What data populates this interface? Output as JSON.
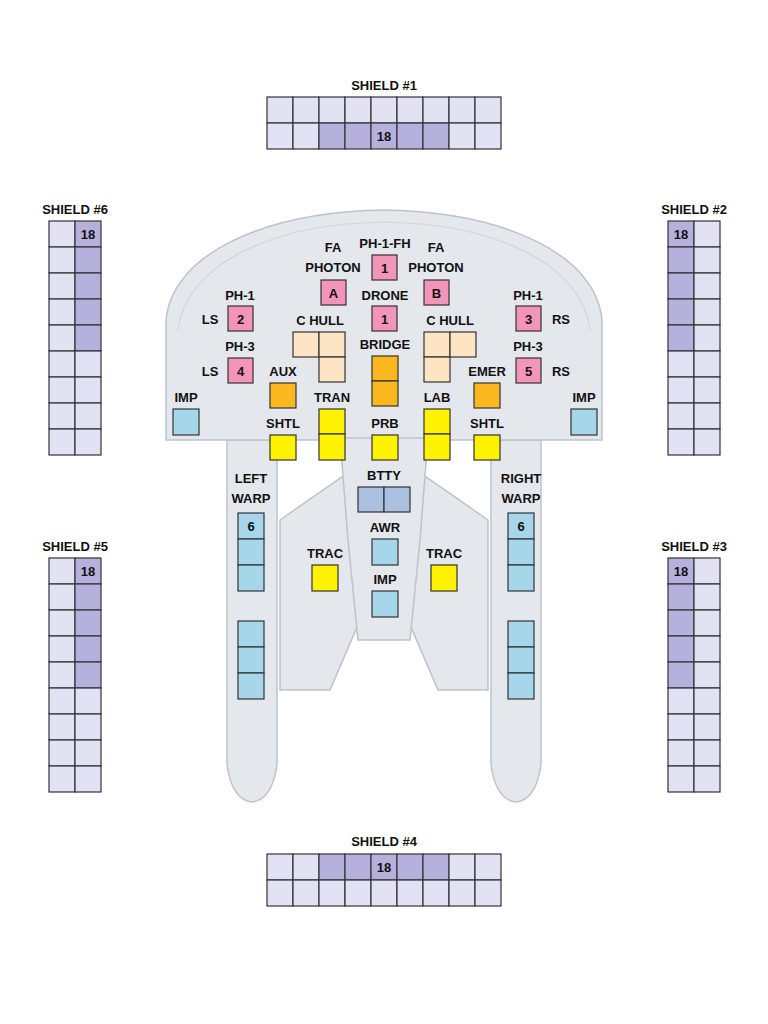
{
  "diagram": {
    "nodes": [
      {
        "text": [
          "SHIELD #1"
        ]
      },
      {
        "text": [
          "18"
        ],
        "in": 0
      },
      {
        "text": [
          "SHIELD #6"
        ]
      },
      {
        "text": [
          "18"
        ],
        "in": 2
      },
      {
        "text": [
          "SHIELD #2"
        ]
      },
      {
        "text": [
          "18"
        ],
        "in": 4
      },
      {
        "text": [
          "PH-1-FH",
          "1"
        ]
      },
      {
        "text": [
          "FA PHOTON",
          "A"
        ]
      },
      {
        "text": [
          "FA PHOTON",
          "B"
        ]
      },
      {
        "text": [
          "PH-1",
          "LS",
          "2"
        ]
      },
      {
        "text": [
          "DRONE",
          "1"
        ]
      },
      {
        "text": [
          "PH-1",
          "3",
          "RS"
        ]
      },
      {
        "text": [
          "C HULL"
        ]
      },
      {
        "text": [
          "BRIDGE"
        ]
      },
      {
        "text": [
          "C HULL"
        ]
      },
      {
        "text": [
          "PH-3",
          "LS",
          "4"
        ]
      },
      {
        "text": [
          "AUX"
        ]
      },
      {
        "text": [
          "EMER"
        ]
      },
      {
        "text": [
          "PH-3",
          "5",
          "RS"
        ]
      },
      {
        "text": [
          "IMP"
        ]
      },
      {
        "text": [
          "TRAN"
        ]
      },
      {
        "text": [
          "LAB"
        ]
      },
      {
        "text": [
          "IMP"
        ]
      },
      {
        "text": [
          "SHTL"
        ]
      },
      {
        "text": [
          "PRB"
        ]
      },
      {
        "text": [
          "SHTL"
        ]
      },
      {
        "text": [
          "LEFT WARP"
        ]
      },
      {
        "text": [
          "6"
        ],
        "in": 26
      },
      {
        "text": [
          "BTTY"
        ]
      },
      {
        "text": [
          "RIGHT WARP"
        ]
      },
      {
        "text": [
          "6"
        ],
        "in": 29
      },
      {
        "text": [
          "AWR"
        ]
      },
      {
        "text": [
          "SHIELD #5"
        ]
      },
      {
        "text": [
          "18"
        ],
        "in": 32
      },
      {
        "text": [
          "SHIELD #3"
        ]
      },
      {
        "text": [
          "18"
        ],
        "in": 34
      },
      {
        "text": [
          "TRAC"
        ]
      },
      {
        "text": [
          "TRAC"
        ]
      },
      {
        "text": [
          "IMP"
        ]
      },
      {
        "text": [
          "SHIELD #4"
        ]
      },
      {
        "text": [
          "18"
        ],
        "in": 39
      }
    ]
  }
}
